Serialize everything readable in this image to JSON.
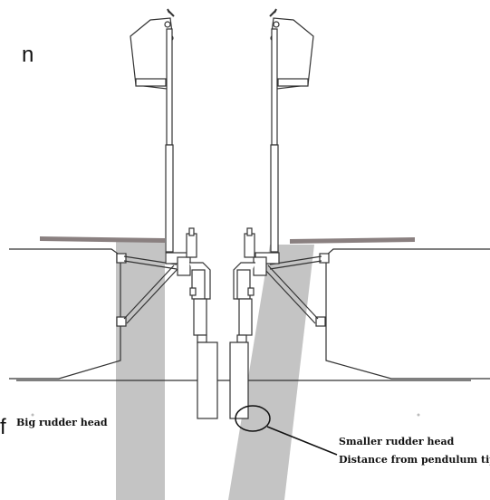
{
  "labels": {
    "big_rudder_head": "Big rudder head",
    "smaller_rudder_head": "Smaller rudder head",
    "distance_from_pendulum_tip": "Distance from pendulum tip"
  },
  "cropped_text": {
    "top_left": "n",
    "bottom_left": "f"
  },
  "colors": {
    "line": "#333333",
    "shade": "#c4c4c4",
    "deck": "#8a8080"
  }
}
